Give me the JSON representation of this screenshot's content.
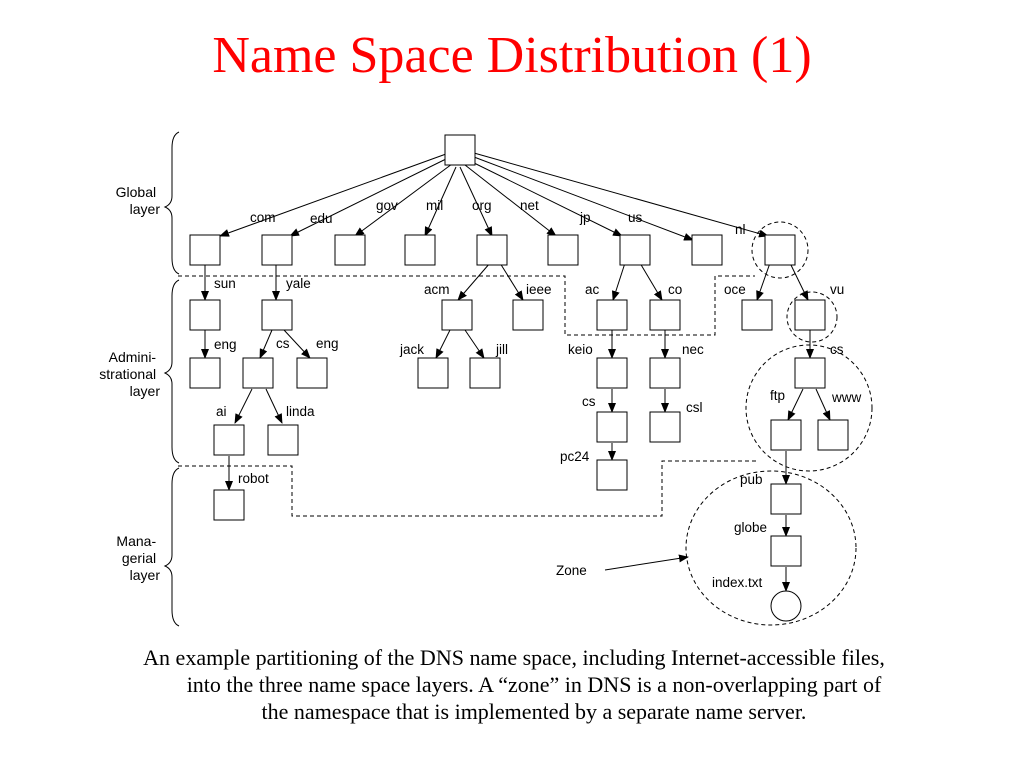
{
  "title": "Name Space Distribution (1)",
  "layers": {
    "global": [
      "Global",
      "layer"
    ],
    "administrational": [
      "Admini-",
      "strational",
      "layer"
    ],
    "managerial": [
      "Mana-",
      "gerial",
      "layer"
    ]
  },
  "labels": {
    "com": "com",
    "edu": "edu",
    "gov": "gov",
    "mil": "mil",
    "org": "org",
    "net": "net",
    "jp": "jp",
    "us": "us",
    "nl": "nl",
    "sun": "sun",
    "yale": "yale",
    "acm": "acm",
    "ieee": "ieee",
    "ac": "ac",
    "co": "co",
    "oce": "oce",
    "vu": "vu",
    "sun_eng": "eng",
    "yale_cs": "cs",
    "yale_eng": "eng",
    "jack": "jack",
    "jill": "jill",
    "keio": "keio",
    "nec": "nec",
    "vu_cs": "cs",
    "ai": "ai",
    "linda": "linda",
    "keio_cs": "cs",
    "csl": "csl",
    "ftp": "ftp",
    "www": "www",
    "pc24": "pc24",
    "robot": "robot",
    "pub": "pub",
    "globe": "globe",
    "index": "index.txt",
    "zone": "Zone"
  },
  "caption": {
    "line1": "An example partitioning of the DNS name space, including Internet-accessible files,",
    "line2": "into the three name space layers. A “zone” in DNS is a non-overlapping part of",
    "line3": "the namespace that is implemented by a separate name server."
  }
}
